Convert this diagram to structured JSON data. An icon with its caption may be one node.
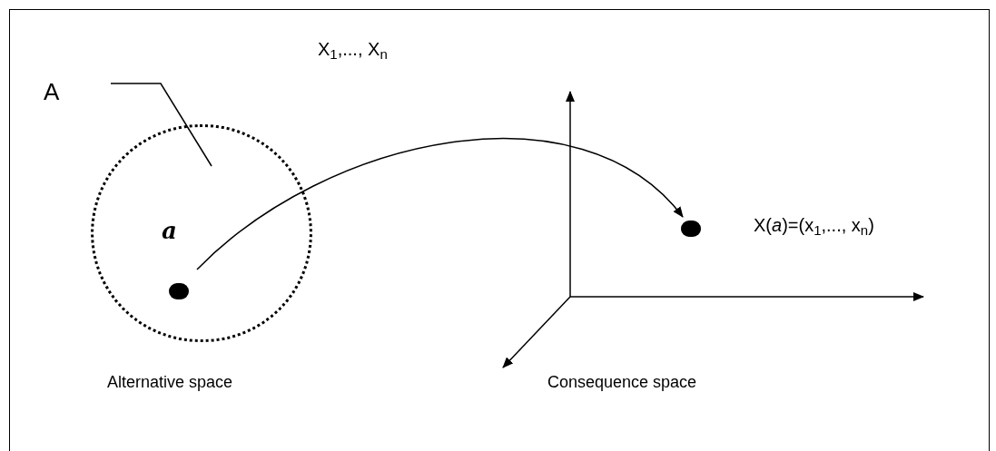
{
  "diagram": {
    "nodes": [
      {
        "text": [
          "A"
        ]
      },
      {
        "text": [],
        "shape": "circle",
        "beside": [
          "Alternative space"
        ]
      },
      {
        "text": [],
        "shape": "circle",
        "in": 1,
        "beside": [
          "a"
        ]
      },
      {
        "text": [],
        "shape": "circle",
        "beside": [
          "X(*a*)=(x$_{1}$,..., x$_{n}$)"
        ]
      }
    ],
    "edges": [
      {
        "from": 0,
        "to": 1,
        "arrow": "none"
      },
      {
        "from": 2,
        "to": 3,
        "arrow": "to"
      }
    ],
    "labels": [
      "X$_{1}$,..., X$_{n}$",
      "Consequence space"
    ]
  }
}
